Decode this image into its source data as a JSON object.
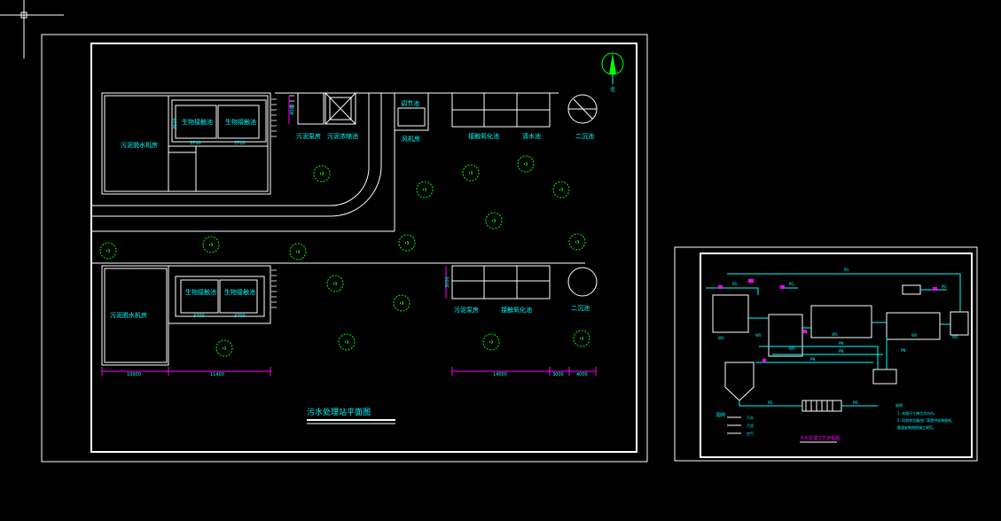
{
  "colors": {
    "background": "#000000",
    "line": "#ffffff",
    "text": "#00ffff",
    "tree": "#00ff00",
    "dimension": "#ff00ff",
    "pipe": "#00ffff"
  },
  "plan": {
    "title": "污水处理站平面图",
    "labels": {
      "sludge_dewatering_room_top": "污泥脱水机房",
      "bio_tank_a": "生物接触池",
      "bio_tank_b": "生物接触池",
      "sludge_pump_room": "污泥泵房",
      "sludge_thickener": "污泥浓缩池",
      "regulating_tank": "调节池",
      "blower_room": "风机房",
      "contact_oxidation_tank": "接触氧化池",
      "clear_water_tank": "清水池",
      "secondary_clarifier_top": "二沉池",
      "sludge_dewatering_room_bottom": "污泥脱水机房",
      "bio_tank_c": "生物接触池",
      "bio_tank_d": "生物接触池",
      "sludge_pump_room_bottom": "污泥泵房",
      "contact_oxidation_bottom": "接触氧化池",
      "secondary_clarifier_bottom": "二沉池"
    },
    "dims": {
      "d_3500_top": "3500",
      "d_3700_a": "3700",
      "d_3700_b": "3700",
      "d_3700_c": "3700",
      "d_3700_d": "3700",
      "d_3500_left": "3500",
      "d_4000": "4000",
      "d_3000": "3000",
      "d_10000": "10000",
      "d_11400": "11400",
      "d_14000": "14000",
      "d_3000b": "3000",
      "d_4000b": "4000"
    },
    "north": "北"
  },
  "process": {
    "pipe_labels": [
      "PG",
      "PG",
      "PG",
      "PG",
      "PN",
      "PN",
      "PN",
      "PN",
      "PD",
      "PD",
      "WS",
      "WS",
      "WS",
      "WS",
      "WS",
      "WS"
    ],
    "legend": {
      "title": "图例",
      "items": [
        "污水",
        "污泥",
        "空气"
      ]
    },
    "notes": {
      "title": "说明",
      "lines": [
        "1. 本图尺寸单位为mm。",
        "2. 风机房设备由厂家提供安装图纸。",
        "   管道安装按照施工规范。"
      ]
    },
    "title": "污水处理工艺流程图"
  }
}
